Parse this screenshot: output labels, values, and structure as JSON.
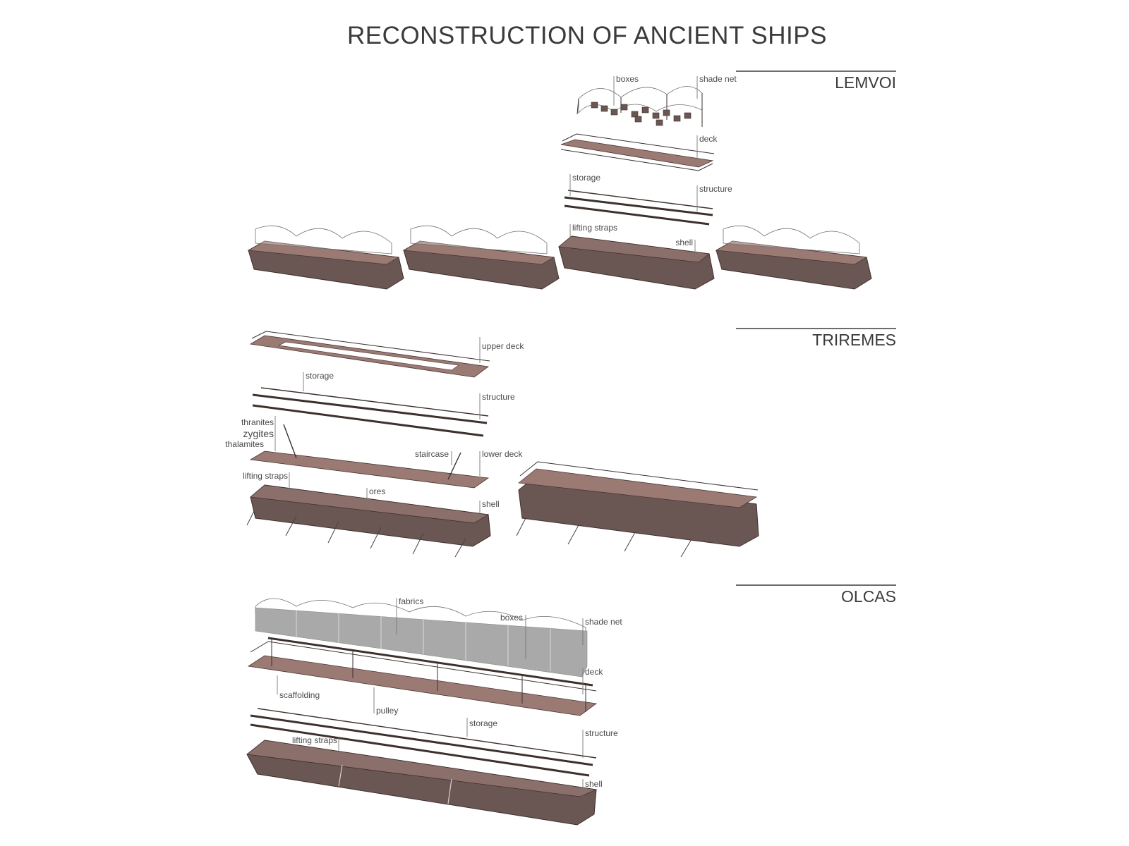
{
  "title": "RECONSTRUCTION OF ANCIENT SHIPS",
  "sections": {
    "lemvoi": {
      "name": "LEMVOI",
      "labels": {
        "boxes": "boxes",
        "shade_net": "shade net",
        "deck": "deck",
        "storage": "storage",
        "structure": "structure",
        "lifting_straps": "lifting straps",
        "shell": "shell"
      }
    },
    "triremes": {
      "name": "TRIREMES",
      "labels": {
        "upper_deck": "upper deck",
        "storage": "storage",
        "structure": "structure",
        "thranites": "thranites",
        "zygites": "zygites",
        "thalamites": "thalamites",
        "staircase": "staircase",
        "lower_deck": "lower deck",
        "lifting_straps": "lifting straps",
        "ores": "ores",
        "shell": "shell"
      }
    },
    "olcas": {
      "name": "OLCAS",
      "labels": {
        "fabrics": "fabrics",
        "boxes": "boxes",
        "shade_net": "shade net",
        "deck": "deck",
        "scaffolding": "scaffolding",
        "pulley": "pulley",
        "storage": "storage",
        "structure": "structure",
        "lifting_straps": "lifting straps",
        "shell": "shell"
      }
    }
  }
}
